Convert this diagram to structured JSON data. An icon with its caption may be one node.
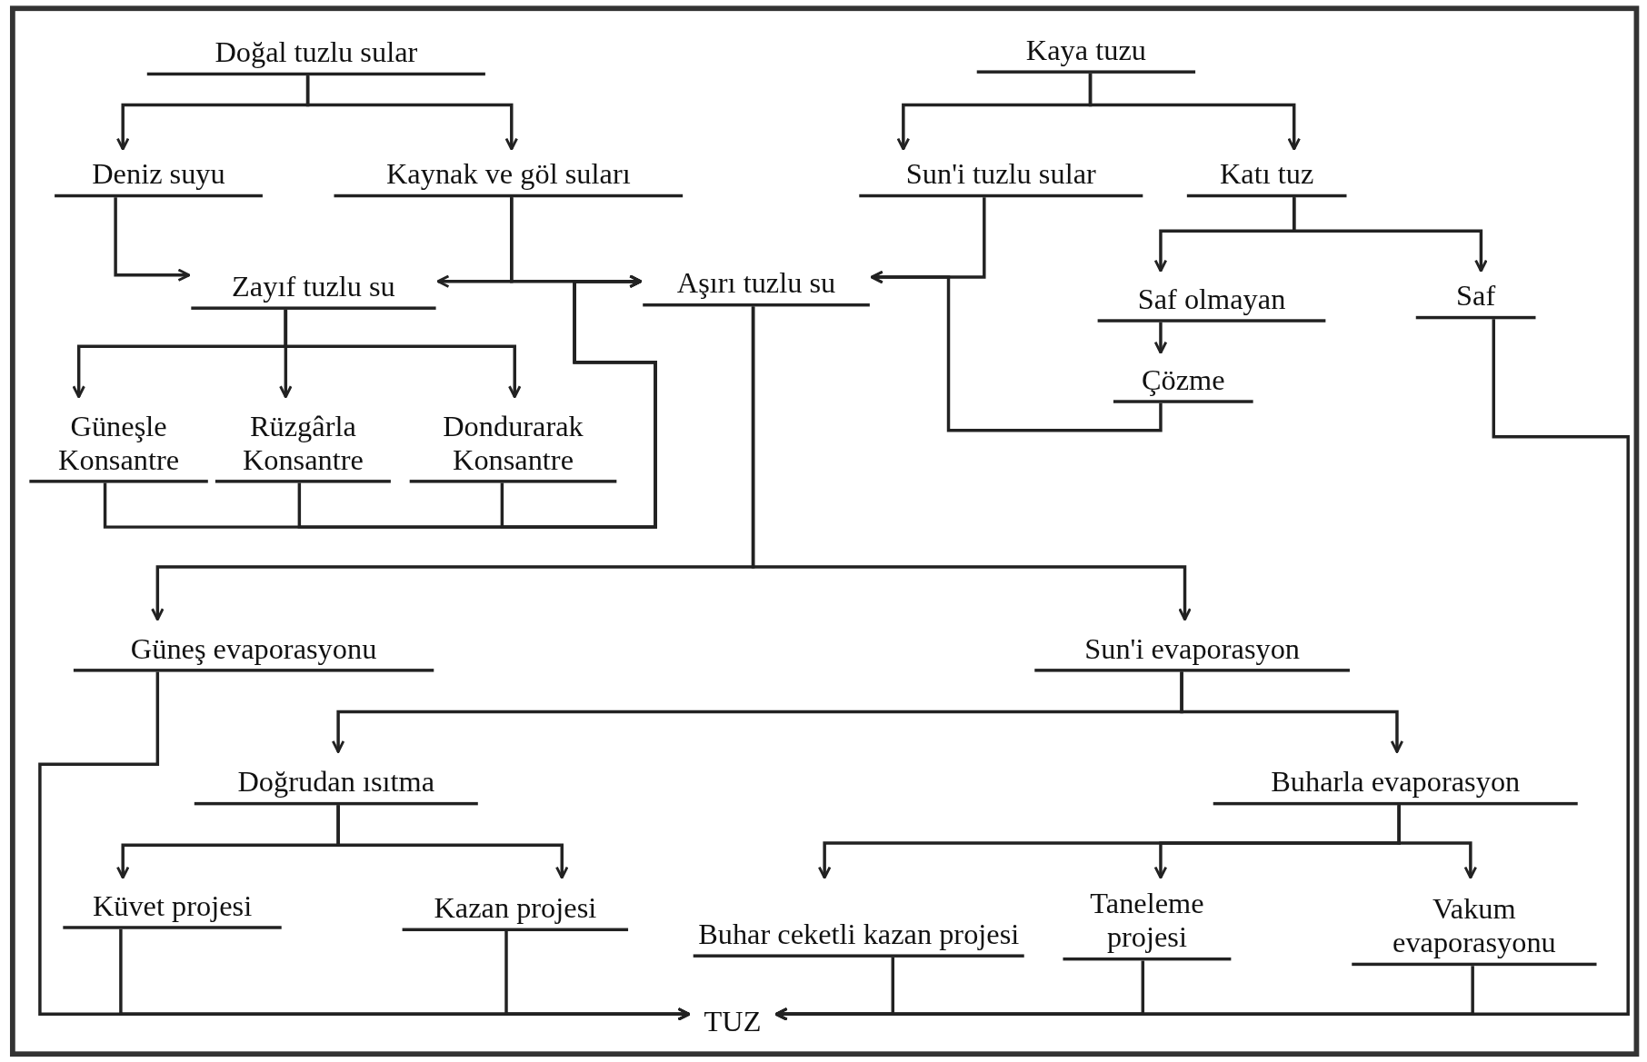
{
  "diagram": {
    "nodes": [
      {
        "text": [
          "Doğal tuzlu sular"
        ]
      },
      {
        "text": [
          "Deniz suyu"
        ]
      },
      {
        "text": [
          "Kaynak ve göl suları"
        ]
      },
      {
        "text": [
          "Zayıf tuzlu su"
        ]
      },
      {
        "text": [
          "Aşırı tuzlu su"
        ]
      },
      {
        "text": [
          "Kaya tuzu"
        ]
      },
      {
        "text": [
          "Sun'i tuzlu sular"
        ]
      },
      {
        "text": [
          "Katı tuz"
        ]
      },
      {
        "text": [
          "Saf olmayan"
        ]
      },
      {
        "text": [
          "Saf"
        ]
      },
      {
        "text": [
          "Çözme"
        ]
      },
      {
        "text": [
          "Güneşle Konsantre"
        ]
      },
      {
        "text": [
          "Rüzgârla Konsantre"
        ]
      },
      {
        "text": [
          "Dondurarak Konsantre"
        ]
      },
      {
        "text": [
          "Güneş evaporasyonu"
        ]
      },
      {
        "text": [
          "Sun'i evaporasyon"
        ]
      },
      {
        "text": [
          "Doğrudan ısıtma"
        ]
      },
      {
        "text": [
          "Buharla evaporasyon"
        ]
      },
      {
        "text": [
          "Küvet projesi"
        ]
      },
      {
        "text": [
          "Kazan projesi"
        ]
      },
      {
        "text": [
          "Buhar ceketli kazan projesi"
        ]
      },
      {
        "text": [
          "Taneleme projesi"
        ]
      },
      {
        "text": [
          "Vakum evaporasyonu"
        ]
      },
      {
        "text": [
          "TUZ"
        ]
      }
    ],
    "edges": [
      {
        "from": 0,
        "to": 1,
        "arrow": "to"
      },
      {
        "from": 0,
        "to": 2,
        "arrow": "to"
      },
      {
        "from": 1,
        "to": 3,
        "arrow": "to"
      },
      {
        "from": 2,
        "to": 3,
        "arrow": "to"
      },
      {
        "from": 2,
        "to": 4,
        "arrow": "to"
      },
      {
        "from": 3,
        "to": 11,
        "arrow": "to"
      },
      {
        "from": 3,
        "to": 12,
        "arrow": "to"
      },
      {
        "from": 3,
        "to": 13,
        "arrow": "to"
      },
      {
        "from": 11,
        "to": 4,
        "arrow": "to"
      },
      {
        "from": 12,
        "to": 4,
        "arrow": "to"
      },
      {
        "from": 13,
        "to": 4,
        "arrow": "to"
      },
      {
        "from": 4,
        "to": 14,
        "arrow": "to"
      },
      {
        "from": 4,
        "to": 15,
        "arrow": "to"
      },
      {
        "from": 5,
        "to": 6,
        "arrow": "to"
      },
      {
        "from": 5,
        "to": 7,
        "arrow": "to"
      },
      {
        "from": 6,
        "to": 4,
        "arrow": "to"
      },
      {
        "from": 7,
        "to": 8,
        "arrow": "to"
      },
      {
        "from": 7,
        "to": 9,
        "arrow": "to"
      },
      {
        "from": 8,
        "to": 10,
        "arrow": "to"
      },
      {
        "from": 10,
        "to": 4,
        "arrow": "to"
      },
      {
        "from": 9,
        "to": 23,
        "arrow": "to"
      },
      {
        "from": 14,
        "to": 23,
        "arrow": "to"
      },
      {
        "from": 15,
        "to": 16,
        "arrow": "to"
      },
      {
        "from": 15,
        "to": 17,
        "arrow": "to"
      },
      {
        "from": 16,
        "to": 18,
        "arrow": "to"
      },
      {
        "from": 16,
        "to": 19,
        "arrow": "to"
      },
      {
        "from": 17,
        "to": 20,
        "arrow": "to"
      },
      {
        "from": 17,
        "to": 21,
        "arrow": "to"
      },
      {
        "from": 17,
        "to": 22,
        "arrow": "to"
      },
      {
        "from": 18,
        "to": 23,
        "arrow": "to"
      },
      {
        "from": 19,
        "to": 23,
        "arrow": "to"
      },
      {
        "from": 20,
        "to": 23,
        "arrow": "to"
      },
      {
        "from": 21,
        "to": 23,
        "arrow": "to"
      },
      {
        "from": 22,
        "to": 23,
        "arrow": "to"
      }
    ]
  }
}
